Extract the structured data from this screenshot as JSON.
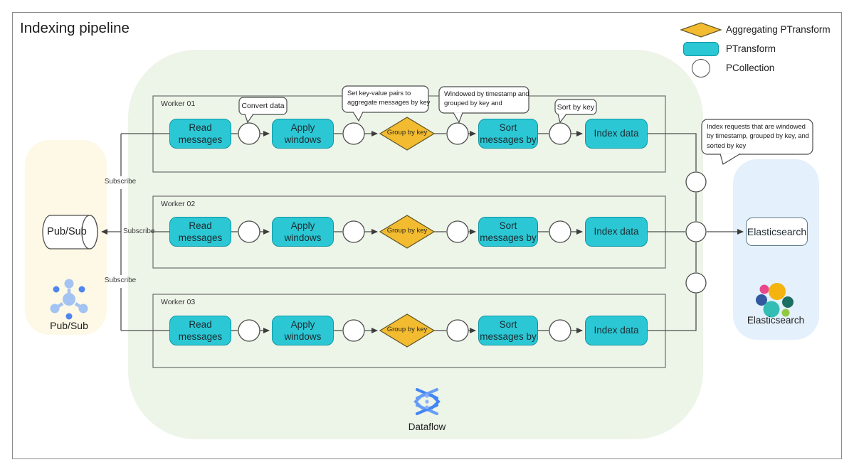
{
  "title": "Indexing pipeline",
  "legend": {
    "items": [
      {
        "label": "Aggregating PTransform",
        "shape": "diamond"
      },
      {
        "label": "PTransform",
        "shape": "rounded-rect"
      },
      {
        "label": "PCollection",
        "shape": "circle"
      }
    ]
  },
  "pubsub": {
    "cylinder_label": "Pub/Sub",
    "icon_label": "Pub/Sub",
    "subscribe_labels": [
      "Subscribe",
      "Subscribe",
      "Subscribe"
    ]
  },
  "dataflow_label": "Dataflow",
  "elasticsearch": {
    "node_label": "Elasticsearch",
    "icon_label": "Elasticsearch"
  },
  "workers": [
    {
      "name": "Worker 01",
      "read": "Read messages",
      "apply": "Apply windows",
      "group": "Group by key",
      "sort": "Sort messages by",
      "index": "Index data"
    },
    {
      "name": "Worker 02",
      "read": "Read messages",
      "apply": "Apply windows",
      "group": "Group by key",
      "sort": "Sort messages by",
      "index": "Index data"
    },
    {
      "name": "Worker 03",
      "read": "Read messages",
      "apply": "Apply windows",
      "group": "Group by key",
      "sort": "Sort messages by",
      "index": "Index data"
    }
  ],
  "callouts": {
    "convert": "Convert data",
    "set_kv": "Set key-value pairs to\naggregate messages by key",
    "windowed": "Windowed by timestamp and\ngrouped by key and",
    "sort_key": "Sort by key",
    "index_requests": "Index requests that are windowed\nby timestamp, grouped by key, and\nsorted by key"
  },
  "colors": {
    "teal": "#2bc7d4",
    "teal-border": "#0e97a5",
    "diamond": "#f2bb30",
    "diamond-border": "#5f5526",
    "region-green": "#edf4e8",
    "region-yellow": "#fdf9e6",
    "region-blue": "#e4f0fb",
    "line": "#4d4d4d",
    "pubsub-light": "#a3c3f3",
    "pubsub-dark": "#4e86ee",
    "df-dark": "#4285f4",
    "df-light": "#669df6",
    "df-dot": "#8ab0f8",
    "es-yellow": "#f5b30f",
    "es-pink": "#e9478c",
    "es-blue": "#32589f",
    "es-teal": "#33bdb4",
    "es-green-dark": "#1b6e62",
    "es-green-light": "#91c842"
  }
}
